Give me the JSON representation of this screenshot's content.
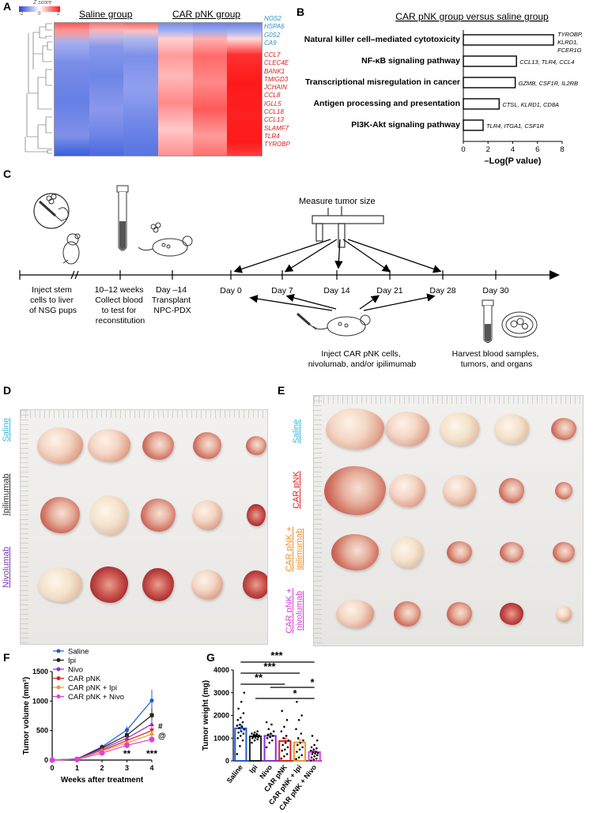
{
  "panels": {
    "a": "A",
    "b": "B",
    "c": "C",
    "d": "D",
    "e": "E",
    "f": "F",
    "g": "G"
  },
  "colors": {
    "saline": "#1f5bd6",
    "ipi": "#222222",
    "nivo": "#8a2be2",
    "car": "#e02020",
    "car_ipi": "#e89b2b",
    "car_nivo": "#e040e0",
    "heat_low": "#3a5ee0",
    "heat_high": "#ff1a1a",
    "gene_blue": "#2b8fc4",
    "gene_red": "#d81b1b",
    "label_cyan": "#3ab7d8",
    "label_orange": "#e8902a",
    "label_magenta": "#d43fd4",
    "label_purple": "#7d3fb0",
    "label_red": "#e02020",
    "label_dark": "#333333"
  },
  "panel_a": {
    "zscore_label": "Z score",
    "zscore_ticks": [
      "-2",
      "0",
      "2"
    ],
    "group_left": "Saline group",
    "group_right": "CAR pNK group",
    "genes_up": [
      "NOS2",
      "HSPA6",
      "G0S2",
      "CA9"
    ],
    "genes_down": [
      "CCL7",
      "CLEC4E",
      "BANK1",
      "TMIGD3",
      "JCHAIN",
      "CCL8",
      "IGLL5",
      "CCL18",
      "CCL13",
      "SLAMF7",
      "TLR4",
      "TYROBP"
    ]
  },
  "panel_b": {
    "title": "CAR pNK group versus saline group",
    "xlabel": "–Log(P value)",
    "ticks": [
      "0",
      "2",
      "4",
      "6",
      "8"
    ]
  },
  "panel_c": {
    "measure": "Measure tumor size",
    "step_inject": [
      "Inject stem",
      "cells to liver",
      "of NSG pups"
    ],
    "step_weeks": [
      "10–12 weeks",
      "Collect blood",
      "to test for",
      "reconstitution"
    ],
    "step_transplant": [
      "Day –14",
      "Transplant",
      "NPC-PDX"
    ],
    "days": [
      "Day 0",
      "Day 7",
      "Day 14",
      "Day 21",
      "Day 28",
      "Day 30"
    ],
    "inject_car": [
      "Inject CAR pNK cells,",
      "nivolumab, and/or ipilimumab"
    ],
    "harvest": [
      "Harvest blood samples,",
      "tumors, and organs"
    ]
  },
  "panel_d": {
    "labels": [
      "Saline",
      "Ipilimumab",
      "Nivolumab"
    ]
  },
  "panel_e": {
    "labels": [
      "Saline",
      "CAR pNK",
      "CAR pNK +",
      "ipilimumab",
      "CAR pNK +",
      "nivolumab"
    ]
  },
  "panel_f": {
    "annotations": {
      "star2": "**",
      "star3": "***",
      "hash": "#",
      "at": "@"
    }
  },
  "panel_g": {
    "sig": [
      "***",
      "***",
      "**",
      "*",
      "*"
    ]
  },
  "chart_data": [
    {
      "type": "bar",
      "panel": "B",
      "title": "CAR pNK group versus saline group",
      "xlabel": "–Log(P value)",
      "xlim": [
        0,
        8
      ],
      "categories": [
        "Natural killer cell–mediated cytotoxicity",
        "NF-κB signaling pathway",
        "Transcriptional misregulation in cancer",
        "Antigen processing and presentation",
        "PI3K-Akt signaling pathway"
      ],
      "values": [
        7.3,
        4.3,
        4.2,
        2.9,
        1.6
      ],
      "genes": [
        "TYROBP, KLRD1, FCER1G",
        "CCL13, TLR4, CCL4",
        "GZMB, CSF1R, IL2RB",
        "CTSL, KLRD1, CD8A",
        "TLR4, ITGA1, CSF1R"
      ]
    },
    {
      "type": "line",
      "panel": "F",
      "xlabel": "Weeks after treatment",
      "ylabel": "Tumor volume (mm³)",
      "x": [
        0,
        1,
        2,
        3,
        4
      ],
      "xticks": [
        "0",
        "1",
        "2",
        "3",
        "4"
      ],
      "yticks": [
        "0",
        "500",
        "1000",
        "1500"
      ],
      "ylim": [
        0,
        1500
      ],
      "legend": "top-left",
      "series": [
        {
          "name": "Saline",
          "values": [
            0,
            20,
            225,
            510,
            1010
          ],
          "err": [
            0,
            8,
            40,
            60,
            180
          ]
        },
        {
          "name": "Ipi",
          "values": [
            0,
            18,
            210,
            420,
            760
          ],
          "err": [
            0,
            7,
            35,
            55,
            110
          ]
        },
        {
          "name": "Nivo",
          "values": [
            0,
            16,
            190,
            370,
            610
          ],
          "err": [
            0,
            6,
            30,
            50,
            90
          ]
        },
        {
          "name": "CAR pNK",
          "values": [
            0,
            15,
            165,
            330,
            500
          ],
          "err": [
            0,
            6,
            30,
            45,
            80
          ]
        },
        {
          "name": "CAR pNK + Ipi",
          "values": [
            0,
            14,
            155,
            290,
            440
          ],
          "err": [
            0,
            5,
            25,
            40,
            70
          ]
        },
        {
          "name": "CAR pNK + Nivo",
          "values": [
            0,
            12,
            120,
            250,
            350
          ],
          "err": [
            0,
            5,
            20,
            35,
            60
          ]
        }
      ]
    },
    {
      "type": "bar",
      "panel": "G",
      "ylabel": "Tumor weight (mg)",
      "categories": [
        "Saline",
        "Ipi",
        "Nivo",
        "CAR pNK",
        "CAR pNK + Ipi",
        "CAR pNK + Nivo"
      ],
      "values": [
        1430,
        1080,
        1100,
        870,
        810,
        390
      ],
      "err": [
        140,
        60,
        80,
        130,
        120,
        50
      ],
      "yticks": [
        "0",
        "1000",
        "2000",
        "3000",
        "4000"
      ],
      "ylim": [
        0,
        4000
      ],
      "points": [
        [
          300,
          650,
          900,
          1000,
          1100,
          1200,
          1250,
          1300,
          1380,
          1450,
          1500,
          1550,
          1600,
          1700,
          1800,
          1900,
          2100,
          2300,
          2600,
          3000
        ],
        [
          800,
          900,
          950,
          1000,
          1020,
          1050,
          1080,
          1100,
          1120,
          1150,
          1180,
          1200,
          1250,
          1300
        ],
        [
          600,
          800,
          900,
          1000,
          1050,
          1100,
          1150,
          1200,
          1300,
          1400,
          1600,
          1700
        ],
        [
          100,
          200,
          300,
          450,
          500,
          600,
          700,
          800,
          900,
          1000,
          1100,
          1300,
          1500,
          1800,
          2200
        ],
        [
          80,
          150,
          250,
          400,
          500,
          600,
          700,
          800,
          900,
          1000,
          1200,
          1400,
          1800,
          2000,
          2600
        ],
        [
          20,
          60,
          100,
          150,
          200,
          250,
          300,
          320,
          350,
          380,
          400,
          450,
          500,
          550,
          600,
          700,
          900,
          1100
        ]
      ]
    }
  ]
}
